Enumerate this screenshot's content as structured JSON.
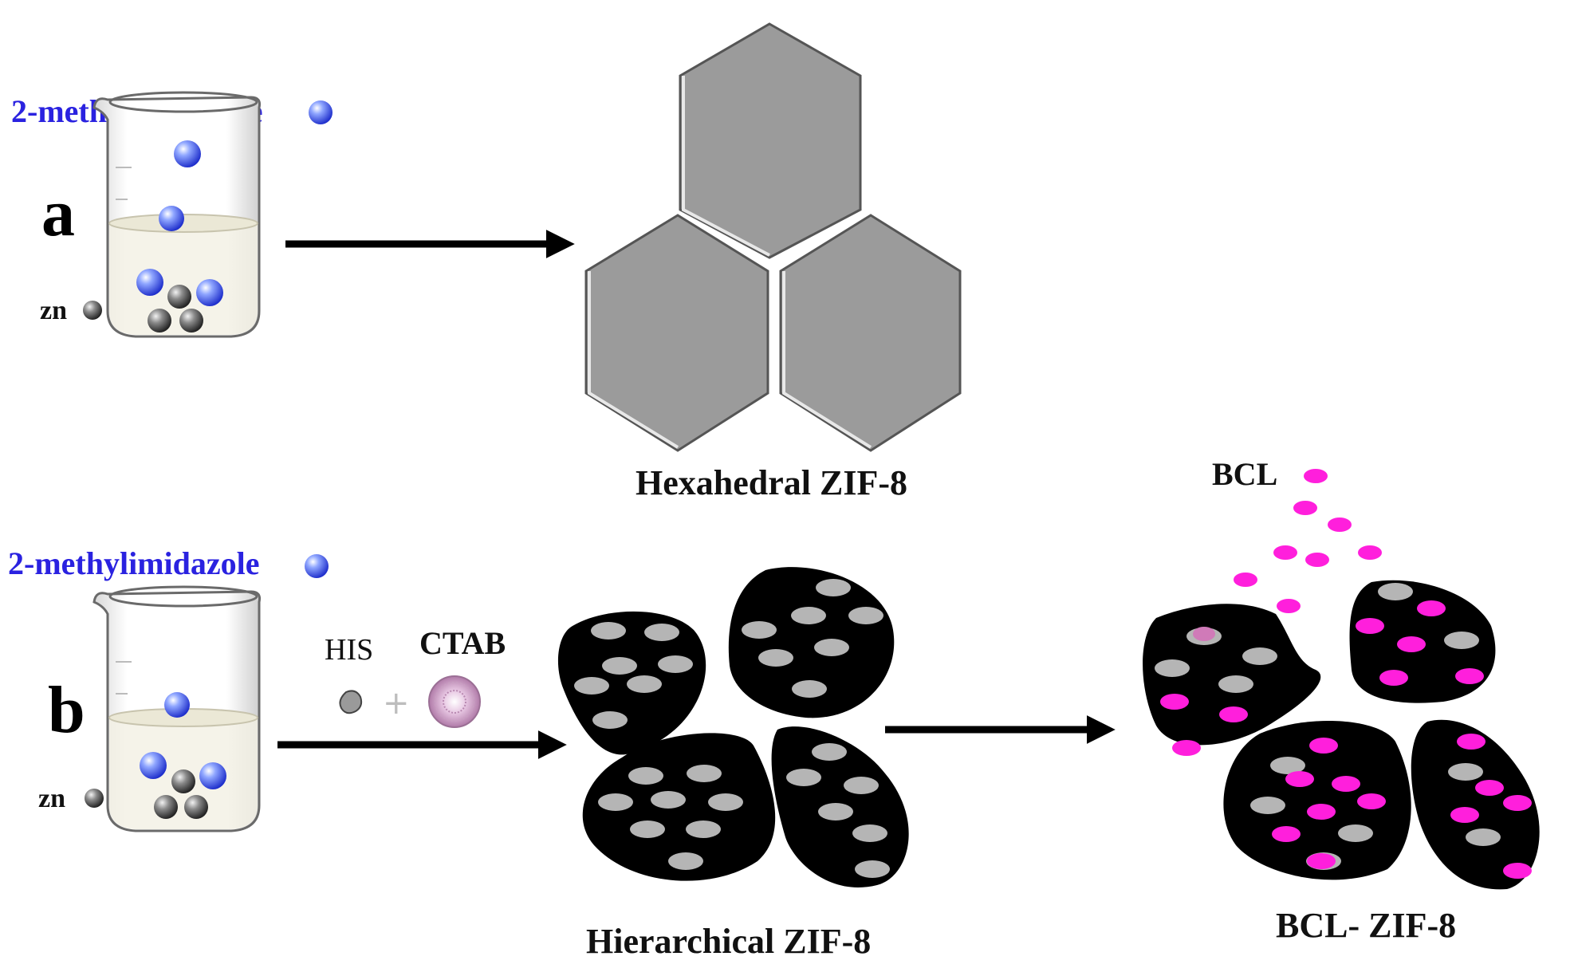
{
  "panel_a": {
    "letter": "a",
    "ligand_label": "2-methylimidazole",
    "metal_label": "zn",
    "product_label": "Hexahedral ZIF-8"
  },
  "panel_b": {
    "letter": "b",
    "ligand_label": "2-methylimidazole",
    "metal_label": "zn",
    "additive_1": "HIS",
    "additive_2": "CTAB",
    "product_label": "Hierarchical ZIF-8",
    "enzyme_label": "BCL",
    "final_label": "BCL- ZIF-8"
  },
  "colors": {
    "ligand": "#3b55e6",
    "metal": "#555555",
    "crystal": "#9b9b9b",
    "hierarchical_body": "#000000",
    "pore": "#b5b5b5",
    "enzyme": "#ff1fdc",
    "label_blue": "#2a22e0"
  }
}
